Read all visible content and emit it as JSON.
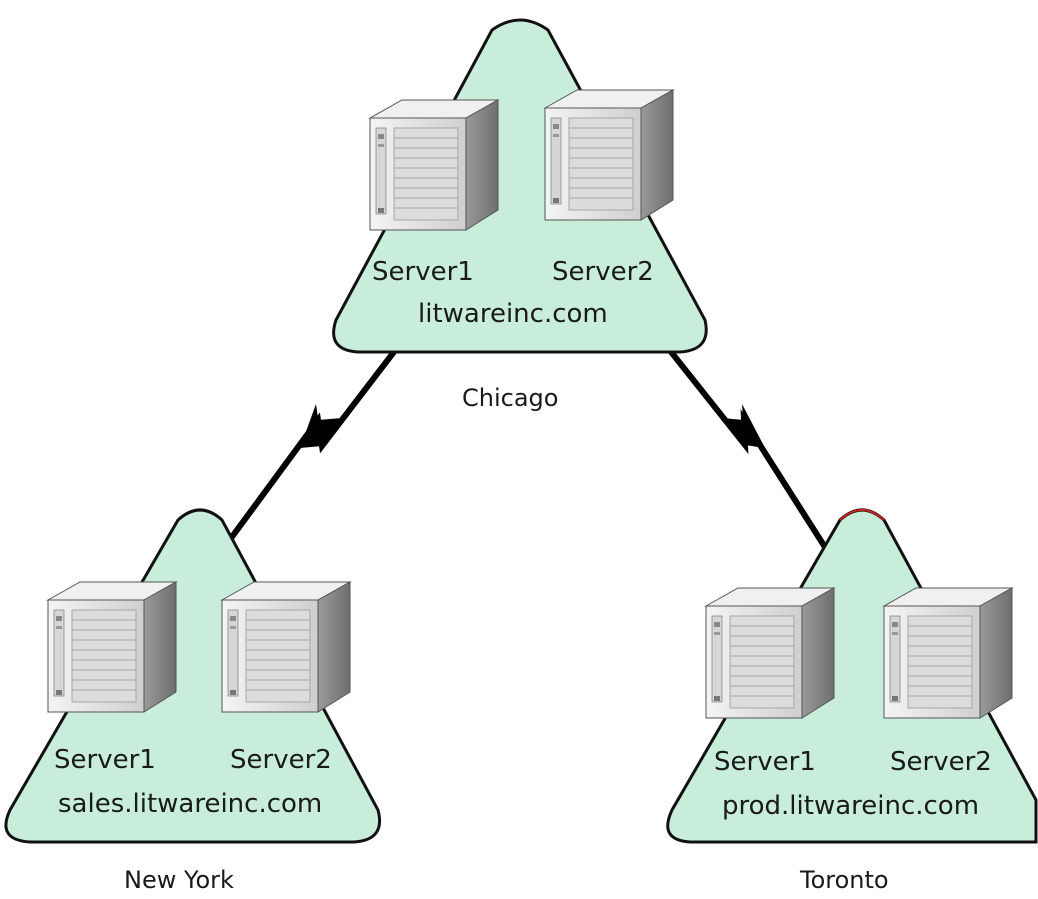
{
  "colors": {
    "triangle_fill": "#c8eedb",
    "triangle_stroke": "#111111",
    "link": "#000000",
    "server_front": "#e4e4e4",
    "server_side": "#8f8f8f",
    "server_top": "#f2f2f2"
  },
  "sites": [
    {
      "id": "chicago",
      "location": "Chicago",
      "domain": "litwareinc.com",
      "servers": [
        {
          "name": "Server1",
          "icon": "server-icon"
        },
        {
          "name": "Server2",
          "icon": "server-icon"
        }
      ]
    },
    {
      "id": "new-york",
      "location": "New York",
      "domain": "sales.litwareinc.com",
      "servers": [
        {
          "name": "Server1",
          "icon": "server-icon"
        },
        {
          "name": "Server2",
          "icon": "server-icon"
        }
      ]
    },
    {
      "id": "toronto",
      "location": "Toronto",
      "domain": "prod.litwareinc.com",
      "servers": [
        {
          "name": "Server1",
          "icon": "server-icon"
        },
        {
          "name": "Server2",
          "icon": "server-icon"
        }
      ]
    }
  ],
  "links": [
    {
      "from": "chicago",
      "to": "new-york",
      "type": "wan-lightning"
    },
    {
      "from": "chicago",
      "to": "toronto",
      "type": "wan-lightning"
    }
  ]
}
